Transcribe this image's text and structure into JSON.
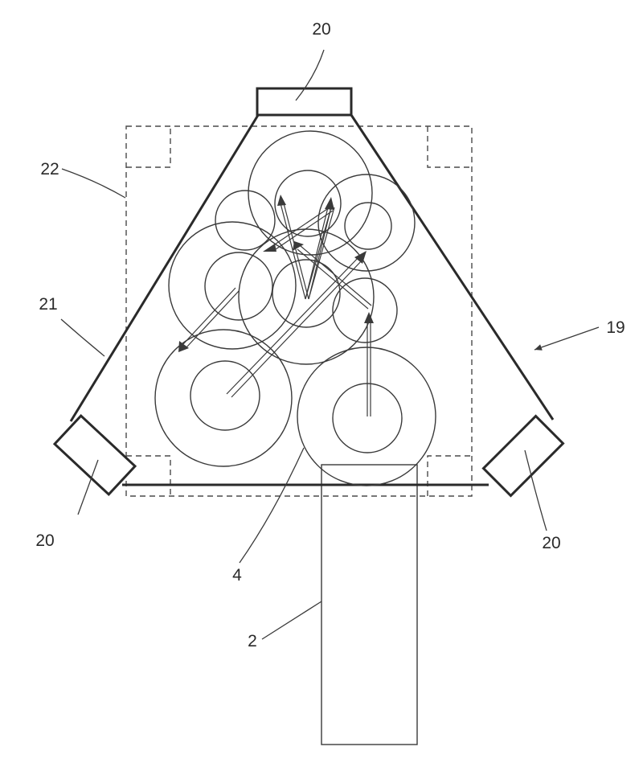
{
  "labels": {
    "sensor_top": "20",
    "sensor_left": "20",
    "sensor_right": "20",
    "frame": "22",
    "edge": "21",
    "device": "19",
    "zone": "4",
    "stem": "2"
  },
  "colors": {
    "ink": "#2a2a2a",
    "background": "#ffffff"
  }
}
